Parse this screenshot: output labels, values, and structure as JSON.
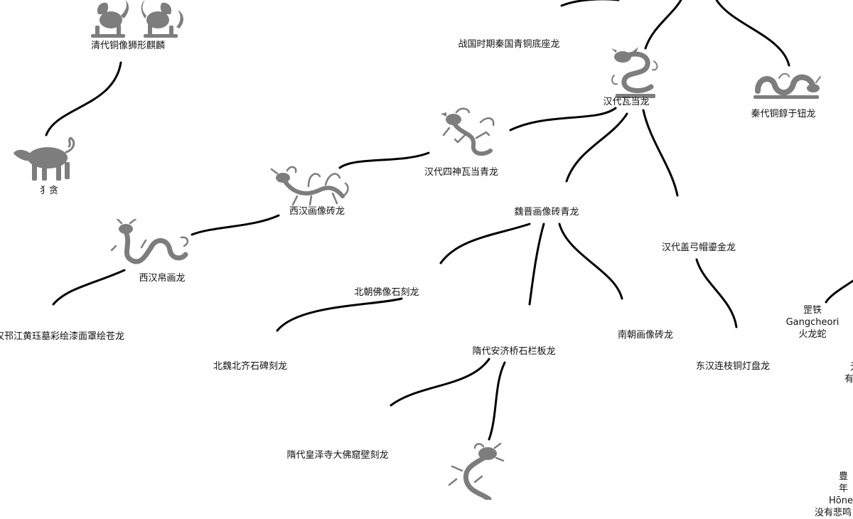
{
  "nodes": {
    "qing_qilin": "清代铜像狮形麒麟",
    "zhanguo": "战国时期秦国青铜底座龙",
    "han_wadang": "汉代瓦当龙",
    "qin_chun": "秦代铜錞于钮龙",
    "yayu": "犭贪",
    "sishen": "汉代四神瓦当青龙",
    "xihan_huaxiang": "西汉画像砖龙",
    "weijin": "魏晋画像砖青龙",
    "gaigong": "汉代盖弓帽鎏金龙",
    "bohua": "西汉帛画龙",
    "beichao": "北朝佛像石刻龙",
    "hanjiang": "汉邗江黄珏墓彩绘漆面罩绘苍龙",
    "nanchao": "南朝画像砖龙",
    "dongbei": "北魏北齐石碑刻龙",
    "suidai": "隋代安济桥石栏板龙",
    "donghan": "东汉连枝铜灯盘龙",
    "suihuang": "隋代皇泽寺大佛窟壁刻龙",
    "huolong": [
      "罡铁",
      "Gangcheori",
      "火龙蛇"
    ],
    "edge_partial_1": [
      "无",
      "有"
    ],
    "edge_partial_2": [
      "豊年",
      "Hōne",
      "没有悲鸣"
    ]
  },
  "icons": {
    "qilin": "qilin-statues-icon",
    "hanwadang": "coiled-dragon-icon",
    "qinchun": "serpent-dragon-icon",
    "yayu": "beast-icon",
    "sishen": "tile-dragon-icon",
    "xihan": "brick-dragon-icon",
    "bohua": "silk-dragon-icon",
    "sui": "sui-dragon-icon"
  },
  "colors": {
    "edge": "#000000",
    "icon": "#7d7d7d",
    "text": "#111111",
    "background": "#ffffff"
  }
}
